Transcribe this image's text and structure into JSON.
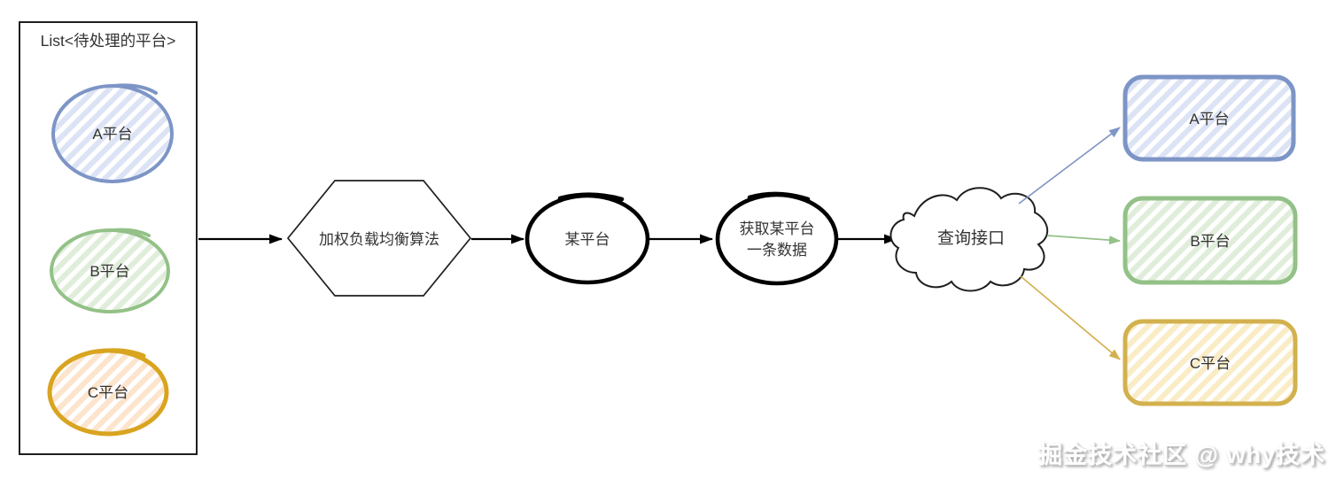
{
  "list_box": {
    "title": "List<待处理的平台>",
    "items": [
      {
        "label": "A平台",
        "color": "#7d95c6"
      },
      {
        "label": "B平台",
        "color": "#93c187"
      },
      {
        "label": "C平台",
        "color": "#d9a41f"
      }
    ]
  },
  "nodes": {
    "algorithm": "加权负载均衡算法",
    "some_platform": "某平台",
    "fetch_line1": "获取某平台",
    "fetch_line2": "一条数据",
    "query_interface": "查询接口"
  },
  "targets": [
    {
      "label": "A平台",
      "color": "#7d95c6"
    },
    {
      "label": "B平台",
      "color": "#93c187"
    },
    {
      "label": "C平台",
      "color": "#d2b14e"
    }
  ],
  "watermark": {
    "text": "掘金技术社区 @ why技术"
  },
  "colors": {
    "blue_border": "#7d95c6",
    "blue_stripe": "#dce3f5",
    "green_border": "#93c187",
    "green_stripe": "#e0edda",
    "orange_border": "#d9a41f",
    "orange_stripe": "#fce4cd",
    "yellow_border": "#d2b14e",
    "yellow_stripe": "#faecc5",
    "outline_black": "#1f1f1f"
  }
}
